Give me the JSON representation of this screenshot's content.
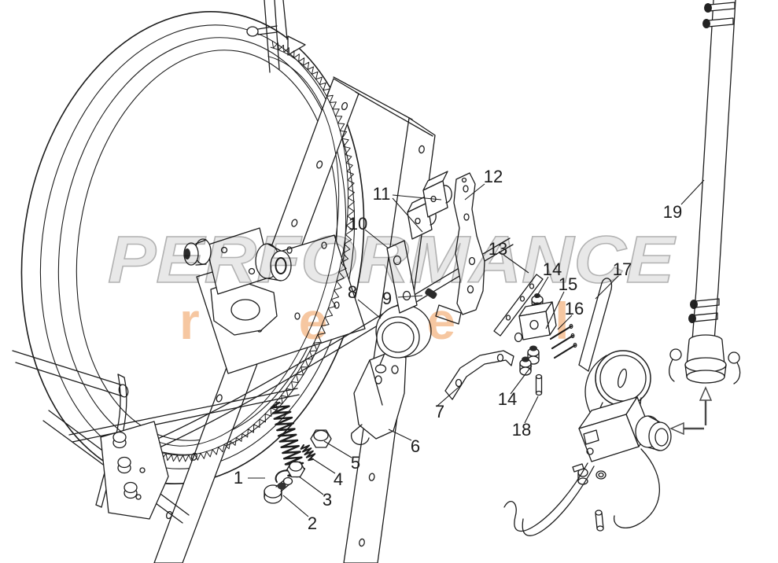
{
  "diagram": {
    "background": "#ffffff",
    "line_color": "#1c1c1c"
  },
  "watermark": {
    "line1": "PERFORMANCE",
    "line1_fill": "#e8e8e8",
    "line1_stroke": "#b2b2b2",
    "line2": "reel",
    "line2_color": "#f6c7a1"
  },
  "callouts": [
    {
      "n": "1"
    },
    {
      "n": "2"
    },
    {
      "n": "3"
    },
    {
      "n": "4"
    },
    {
      "n": "5"
    },
    {
      "n": "6"
    },
    {
      "n": "7"
    },
    {
      "n": "8"
    },
    {
      "n": "9"
    },
    {
      "n": "10"
    },
    {
      "n": "11"
    },
    {
      "n": "12"
    },
    {
      "n": "13"
    },
    {
      "n": "14"
    },
    {
      "n": "15"
    },
    {
      "n": "16"
    },
    {
      "n": "17"
    },
    {
      "n": "14"
    },
    {
      "n": "18"
    },
    {
      "n": "19"
    }
  ]
}
